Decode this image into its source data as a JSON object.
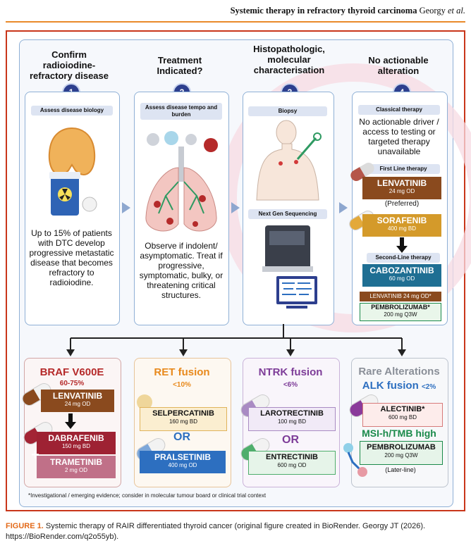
{
  "header": {
    "title_bold": "Systemic therapy in refractory thyroid carcinoma",
    "authors": "Georgy",
    "authors_italic": "et al."
  },
  "steps": [
    {
      "title": "Confirm radioiodine-refractory disease",
      "number": "1",
      "tag": "Assess disease biology",
      "text": "Up to 15% of patients with DTC develop progressive metastatic disease that becomes refractory to radioiodine."
    },
    {
      "title": "Treatment Indicated?",
      "number": "2",
      "tag": "Assess disease tempo and burden",
      "text": "Observe if indolent/ asymptomatic. Treat if progressive, symptomatic, bulky, or threatening critical structures."
    },
    {
      "title": "Histopathologic, molecular characterisation",
      "number": "3",
      "tag": "Biopsy",
      "tag2": "Next Gen Sequencing"
    },
    {
      "title": "No actionable alteration",
      "number": "4",
      "tag": "Classical therapy",
      "text": "No actionable driver / access to testing or targeted therapy unavailable",
      "first_line_label": "First Line therapy",
      "lenvatinib": {
        "name": "LENVATINIB",
        "dose": "24 mg OD",
        "note": "(Preferred)"
      },
      "sorafenib": {
        "name": "SORAFENIB",
        "dose": "400 mg BD"
      },
      "second_line_label": "Second-Line therapy",
      "cabozantinib": {
        "name": "CABOZANTINIB",
        "dose": "60 mg OD"
      },
      "combo_a": "LENVATINIB 24 mg OD*",
      "combo_b": {
        "name": "PEMBROLIZUMAB*",
        "dose": "200 mg Q3W"
      }
    }
  ],
  "alterations": {
    "braf": {
      "title": "BRAF V600E",
      "pct": "60-75%",
      "drug1": {
        "name": "LENVATINIB",
        "dose": "24 mg OD"
      },
      "drug2": {
        "name": "DABRAFENIB",
        "dose": "150 mg BD"
      },
      "plus": "+",
      "drug3": {
        "name": "TRAMETINIB",
        "dose": "2 mg OD"
      }
    },
    "ret": {
      "title": "RET fusion",
      "pct": "<10%",
      "drug1": {
        "name": "SELPERCATINIB",
        "dose": "160 mg BD"
      },
      "or": "OR",
      "drug2": {
        "name": "PRALSETINIB",
        "dose": "400 mg OD"
      }
    },
    "ntrk": {
      "title": "NTRK fusion",
      "pct": "<6%",
      "drug1": {
        "name": "LAROTRECTINIB",
        "dose": "100 mg BD"
      },
      "or": "OR",
      "drug2": {
        "name": "ENTRECTINIB",
        "dose": "600 mg OD"
      }
    },
    "rare": {
      "title": "Rare Alterations",
      "alk": "ALK fusion",
      "alk_pct": "<2%",
      "drug1": {
        "name": "ALECTINIB*",
        "dose": "600 mg BD"
      },
      "msi": "MSI-h/TMB high",
      "drug2": {
        "name": "PEMBROLIZUMAB",
        "dose": "200 mg Q3W",
        "note": "(Later-line)"
      }
    }
  },
  "footnote": "*Investigational / emerging evidence; consider in molecular tumour board or clinical trial context",
  "caption": {
    "label": "FIGURE 1.",
    "text": "Systemic therapy of RAIR differentiated thyroid cancer (original figure created in BioRender. Georgy JT (2026). https://BioRender.com/q2o55yb)."
  },
  "colors": {
    "brown": "#8a4a1e",
    "gold": "#d49a2a",
    "teal": "#1f6f93",
    "navy": "#2d3f8e",
    "red": "#b52a2a",
    "orange": "#e8891c",
    "purple": "#7d3c98",
    "green": "#1b8a4b",
    "blue": "#2d6fc0"
  }
}
